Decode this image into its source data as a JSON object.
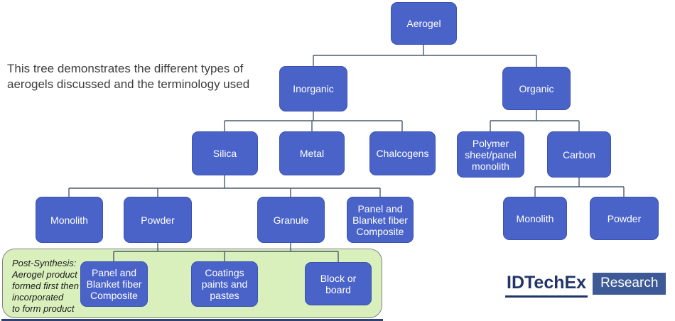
{
  "intro": "This tree demonstrates the different types of\naerogels discussed and the terminology used",
  "nodes": {
    "aerogel": "Aerogel",
    "inorganic": "Inorganic",
    "organic": "Organic",
    "silica": "Silica",
    "metal": "Metal",
    "chalcogens": "Chalcogens",
    "polymer_sheet_panel_monolith": "Polymer sheet/panel monolith",
    "carbon": "Carbon",
    "silica_monolith": "Monolith",
    "silica_powder": "Powder",
    "silica_granule": "Granule",
    "silica_panel_blanket": "Panel and Blanket fiber Composite",
    "carbon_monolith": "Monolith",
    "carbon_powder": "Powder"
  },
  "post_synthesis": {
    "note": "Post-Synthesis:\nAerogel product\nformed first then\nincorporated\nto form product",
    "panel_blanket": "Panel and Blanket fiber Composite",
    "coatings": "Coatings paints and pastes",
    "block_board": "Block or board"
  },
  "logo": {
    "brand": "IDTechEx",
    "division": "Research"
  },
  "colors": {
    "node_fill": "#4a63c8",
    "node_border": "#3b52b0",
    "node_text": "#ffffff",
    "connector": "#4a5a6e",
    "post_synthesis_fill": "#d9f0bd",
    "post_synthesis_border": "#808080",
    "logo_navy": "#22356b",
    "research_badge_fill": "#3d5a96",
    "bottom_bar": "#2e4272"
  }
}
